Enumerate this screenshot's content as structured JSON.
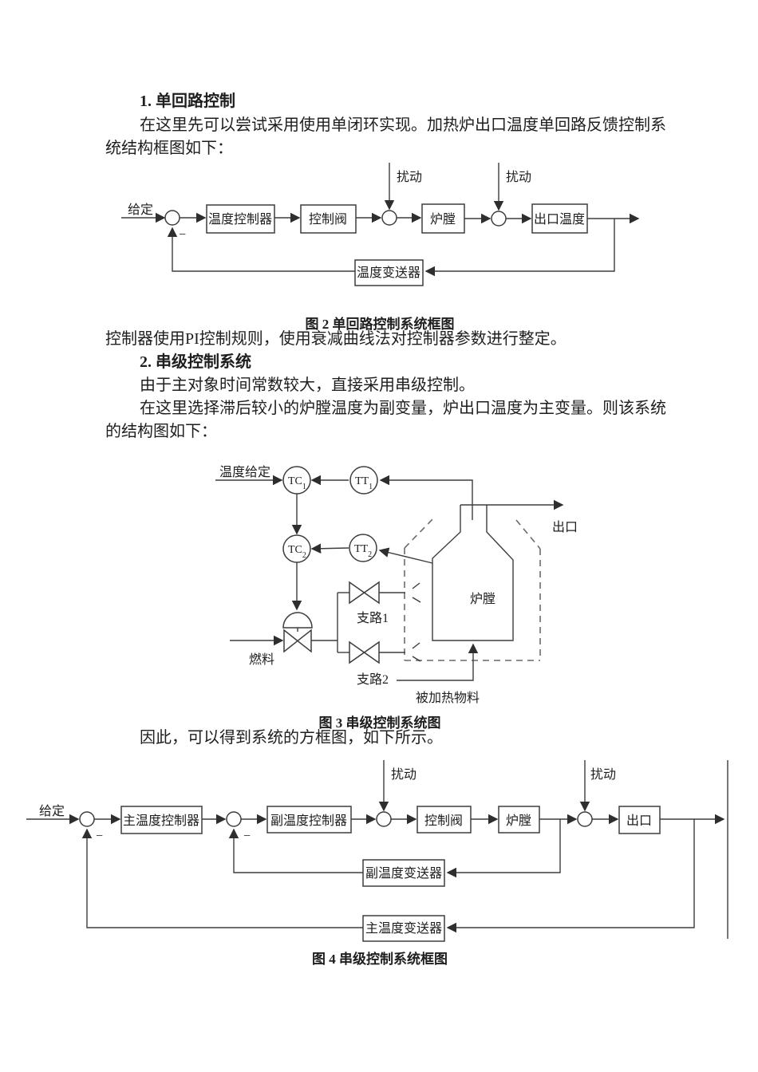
{
  "body": {
    "heading1": "1. 单回路控制",
    "line1": "在这里先可以尝试采用使用单闭环实现。加热炉出口温度单回路反馈控制系",
    "line2": "统结构框图如下：",
    "fig2_caption": "图 2 单回路控制系统框图",
    "line3": "控制器使用PI控制规则，使用衰减曲线法对控制器参数进行整定。",
    "heading2": "2. 串级控制系统",
    "line4": "由于主对象时间常数较大，直接采用串级控制。",
    "line5": "在这里选择滞后较小的炉膛温度为副变量，炉出口温度为主变量。则该系统",
    "line6": "的结构图如下：",
    "fig3_caption": "图 3 串级控制系统图",
    "line7": "因此，可以得到系统的方框图，如下所示。",
    "fig4_caption": "图 4 串级控制系统框图"
  },
  "fig2": {
    "setpoint": "给定",
    "minus": "−",
    "disturbance1": "扰动",
    "disturbance2": "扰动",
    "blocks": {
      "controller": "温度控制器",
      "valve": "控制阀",
      "furnace": "炉膛",
      "outlet_temp": "出口温度",
      "transmitter": "温度变送器"
    }
  },
  "fig3": {
    "temp_setpoint": "温度给定",
    "tc1": {
      "t": "TC",
      "s": "1"
    },
    "tt1": {
      "t": "TT",
      "s": "1"
    },
    "tc2": {
      "t": "TC",
      "s": "2"
    },
    "tt2": {
      "t": "TT",
      "s": "2"
    },
    "outlet": "出口",
    "furnace": "炉膛",
    "fuel": "燃料",
    "branch1": "支路1",
    "branch2": "支路2",
    "feed": "被加热物料"
  },
  "fig4": {
    "setpoint": "给定",
    "minus1": "−",
    "minus2": "−",
    "disturbance1": "扰动",
    "disturbance2": "扰动",
    "blocks": {
      "main_controller": "主温度控制器",
      "sub_controller": "副温度控制器",
      "valve": "控制阀",
      "furnace": "炉膛",
      "outlet": "出口",
      "sub_transmitter": "副温度变送器",
      "main_transmitter": "主温度变送器"
    }
  },
  "colors": {
    "line": "#3d3d3d",
    "text": "#1e1e1e",
    "background": "#ffffff"
  }
}
